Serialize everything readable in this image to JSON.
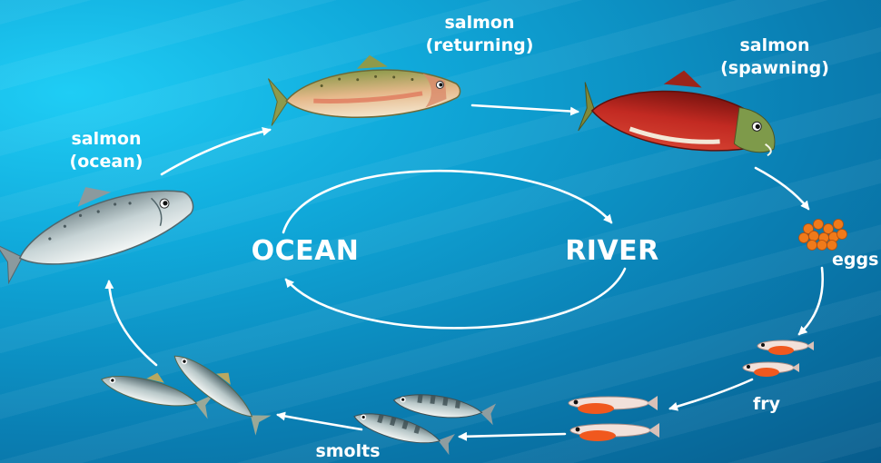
{
  "labels": {
    "salmon_ocean": [
      "salmon",
      "(ocean)"
    ],
    "salmon_returning": [
      "salmon",
      "(returning)"
    ],
    "salmon_spawning": [
      "salmon",
      "(spawning)"
    ],
    "eggs": "eggs",
    "fry": "fry",
    "smolts": "smolts",
    "ocean": "OCEAN",
    "river": "RIVER"
  },
  "colors": {
    "arrow": "#ffffff",
    "spawning_body": "#b8231f",
    "egg": "#f07a1a"
  }
}
